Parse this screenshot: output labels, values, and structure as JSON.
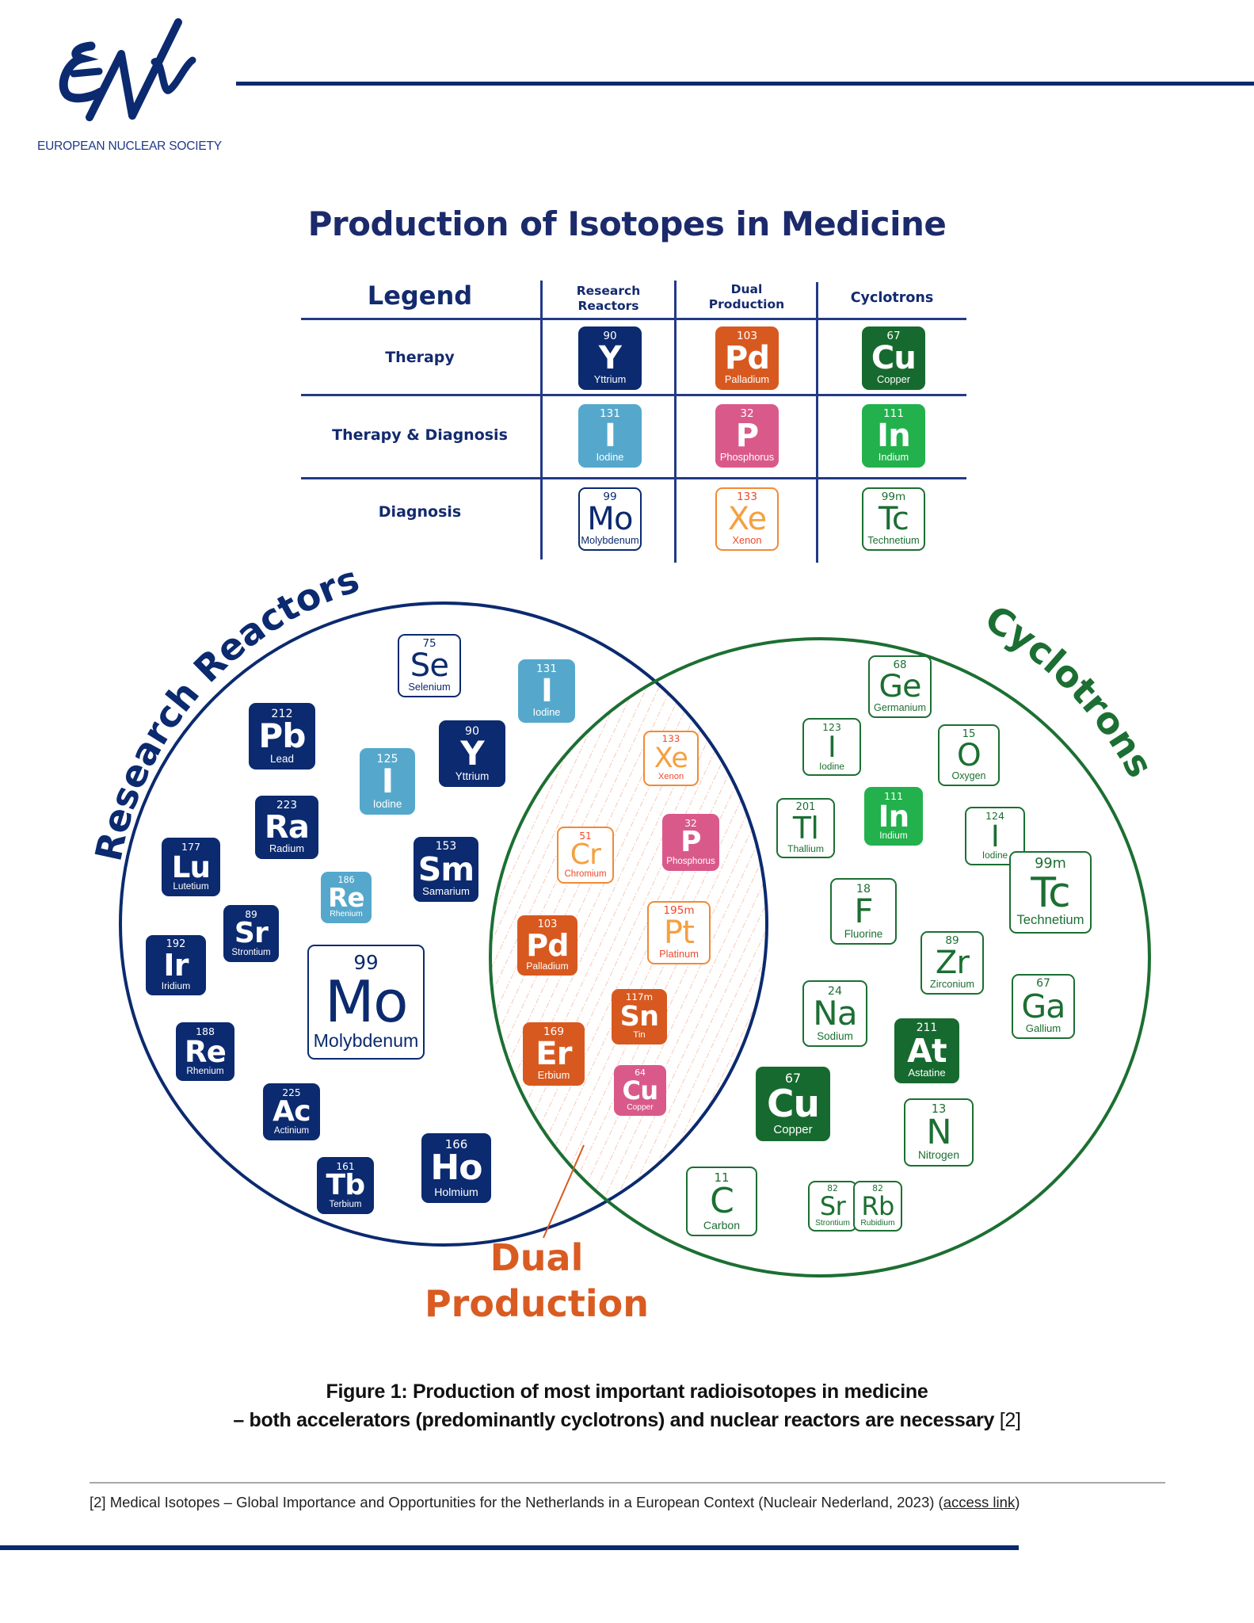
{
  "header": {
    "logo_text": "ENS",
    "org_name": "EUROPEAN NUCLEAR SOCIETY"
  },
  "title": "Production of Isotopes in Medicine",
  "legend": {
    "title": "Legend",
    "columns": [
      "Research Reactors",
      "Dual Production",
      "Cyclotrons"
    ],
    "column_lines": [
      [
        "Research",
        "Reactors"
      ],
      [
        "Dual",
        "Production"
      ],
      [
        "Cyclotrons"
      ]
    ],
    "rows": [
      {
        "label": "Therapy",
        "tiles": [
          {
            "mass": "90",
            "sym": "Y",
            "name": "Yttrium",
            "color": "navy",
            "style": "filled"
          },
          {
            "mass": "103",
            "sym": "Pd",
            "name": "Palladium",
            "color": "orange",
            "style": "filled"
          },
          {
            "mass": "67",
            "sym": "Cu",
            "name": "Copper",
            "color": "darkgreen",
            "style": "filled"
          }
        ]
      },
      {
        "label": "Therapy & Diagnosis",
        "tiles": [
          {
            "mass": "131",
            "sym": "I",
            "name": "Iodine",
            "color": "lightblue",
            "style": "filled"
          },
          {
            "mass": "32",
            "sym": "P",
            "name": "Phosphorus",
            "color": "pink",
            "style": "filled"
          },
          {
            "mass": "111",
            "sym": "In",
            "name": "Indium",
            "color": "green",
            "style": "filled"
          }
        ]
      },
      {
        "label": "Diagnosis",
        "tiles": [
          {
            "mass": "99",
            "sym": "Mo",
            "name": "Molybdenum",
            "color": "navy",
            "style": "outline"
          },
          {
            "mass": "133",
            "sym": "Xe",
            "name": "Xenon",
            "color": "gradient",
            "style": "outline"
          },
          {
            "mass": "99m",
            "sym": "Tc",
            "name": "Technetium",
            "color": "green",
            "style": "outline"
          }
        ]
      }
    ]
  },
  "venn": {
    "left_label": "Research Reactors",
    "right_label": "Cyclotrons",
    "overlap_label_lines": [
      "Dual",
      "Production"
    ],
    "colors": {
      "research_reactors": "#0b2a6f",
      "cyclotrons": "#1c6f32",
      "dual_production": "#d95b22"
    },
    "research_reactors": [
      {
        "mass": "75",
        "sym": "Se",
        "name": "Selenium",
        "color": "navy",
        "style": "outline"
      },
      {
        "mass": "131",
        "sym": "I",
        "name": "Iodine",
        "color": "lightblue",
        "style": "filled"
      },
      {
        "mass": "212",
        "sym": "Pb",
        "name": "Lead",
        "color": "navy",
        "style": "filled"
      },
      {
        "mass": "125",
        "sym": "I",
        "name": "Iodine",
        "color": "lightblue",
        "style": "filled"
      },
      {
        "mass": "90",
        "sym": "Y",
        "name": "Yttrium",
        "color": "navy",
        "style": "filled"
      },
      {
        "mass": "223",
        "sym": "Ra",
        "name": "Radium",
        "color": "navy",
        "style": "filled"
      },
      {
        "mass": "177",
        "sym": "Lu",
        "name": "Lutetium",
        "color": "navy",
        "style": "filled"
      },
      {
        "mass": "153",
        "sym": "Sm",
        "name": "Samarium",
        "color": "navy",
        "style": "filled"
      },
      {
        "mass": "186",
        "sym": "Re",
        "name": "Rhenium",
        "color": "lightblue",
        "style": "filled"
      },
      {
        "mass": "89",
        "sym": "Sr",
        "name": "Strontium",
        "color": "navy",
        "style": "filled"
      },
      {
        "mass": "192",
        "sym": "Ir",
        "name": "Iridium",
        "color": "navy",
        "style": "filled"
      },
      {
        "mass": "99",
        "sym": "Mo",
        "name": "Molybdenum",
        "color": "navy",
        "style": "outline"
      },
      {
        "mass": "188",
        "sym": "Re",
        "name": "Rhenium",
        "color": "navy",
        "style": "filled"
      },
      {
        "mass": "225",
        "sym": "Ac",
        "name": "Actinium",
        "color": "navy",
        "style": "filled"
      },
      {
        "mass": "161",
        "sym": "Tb",
        "name": "Terbium",
        "color": "navy",
        "style": "filled"
      },
      {
        "mass": "166",
        "sym": "Ho",
        "name": "Holmium",
        "color": "navy",
        "style": "filled"
      }
    ],
    "dual_production": [
      {
        "mass": "133",
        "sym": "Xe",
        "name": "Xenon",
        "color": "gradient",
        "style": "outline"
      },
      {
        "mass": "51",
        "sym": "Cr",
        "name": "Chromium",
        "color": "gradient",
        "style": "outline"
      },
      {
        "mass": "32",
        "sym": "P",
        "name": "Phosphorus",
        "color": "pink",
        "style": "filled"
      },
      {
        "mass": "103",
        "sym": "Pd",
        "name": "Palladium",
        "color": "orange",
        "style": "filled"
      },
      {
        "mass": "195m",
        "sym": "Pt",
        "name": "Platinum",
        "color": "gradient",
        "style": "outline"
      },
      {
        "mass": "117m",
        "sym": "Sn",
        "name": "Tin",
        "color": "orange",
        "style": "filled"
      },
      {
        "mass": "169",
        "sym": "Er",
        "name": "Erbium",
        "color": "orange",
        "style": "filled"
      },
      {
        "mass": "64",
        "sym": "Cu",
        "name": "Copper",
        "color": "pink",
        "style": "filled"
      }
    ],
    "cyclotrons": [
      {
        "mass": "68",
        "sym": "Ge",
        "name": "Germanium",
        "color": "green",
        "style": "outline"
      },
      {
        "mass": "123",
        "sym": "I",
        "name": "Iodine",
        "color": "green",
        "style": "outline"
      },
      {
        "mass": "15",
        "sym": "O",
        "name": "Oxygen",
        "color": "green",
        "style": "outline"
      },
      {
        "mass": "201",
        "sym": "Tl",
        "name": "Thallium",
        "color": "green",
        "style": "outline"
      },
      {
        "mass": "111",
        "sym": "In",
        "name": "Indium",
        "color": "green",
        "style": "filled"
      },
      {
        "mass": "124",
        "sym": "I",
        "name": "Iodine",
        "color": "green",
        "style": "outline"
      },
      {
        "mass": "99m",
        "sym": "Tc",
        "name": "Technetium",
        "color": "green",
        "style": "outline"
      },
      {
        "mass": "18",
        "sym": "F",
        "name": "Fluorine",
        "color": "green",
        "style": "outline"
      },
      {
        "mass": "89",
        "sym": "Zr",
        "name": "Zirconium",
        "color": "green",
        "style": "outline"
      },
      {
        "mass": "24",
        "sym": "Na",
        "name": "Sodium",
        "color": "green",
        "style": "outline"
      },
      {
        "mass": "67",
        "sym": "Ga",
        "name": "Gallium",
        "color": "green",
        "style": "outline"
      },
      {
        "mass": "211",
        "sym": "At",
        "name": "Astatine",
        "color": "darkgreen",
        "style": "filled"
      },
      {
        "mass": "67",
        "sym": "Cu",
        "name": "Copper",
        "color": "darkgreen",
        "style": "filled"
      },
      {
        "mass": "13",
        "sym": "N",
        "name": "Nitrogen",
        "color": "green",
        "style": "outline"
      },
      {
        "mass": "11",
        "sym": "C",
        "name": "Carbon",
        "color": "green",
        "style": "outline"
      },
      {
        "mass": "82",
        "sym": "Sr",
        "name": "Strontium",
        "color": "green",
        "style": "outline"
      },
      {
        "mass": "82",
        "sym": "Rb",
        "name": "Rubidium",
        "color": "green",
        "style": "outline"
      }
    ]
  },
  "caption": {
    "line1": "Figure 1: Production of most important radioisotopes in medicine",
    "line2": "– both accelerators (predominantly cyclotrons) and nuclear reactors are necessary",
    "ref": "[2]"
  },
  "footnote": {
    "text": "[2] Medical Isotopes – Global Importance and Opportunities for the Netherlands in a European Context (Nucleair Nederland, 2023) (",
    "link_text": "access link",
    "close": ")"
  }
}
